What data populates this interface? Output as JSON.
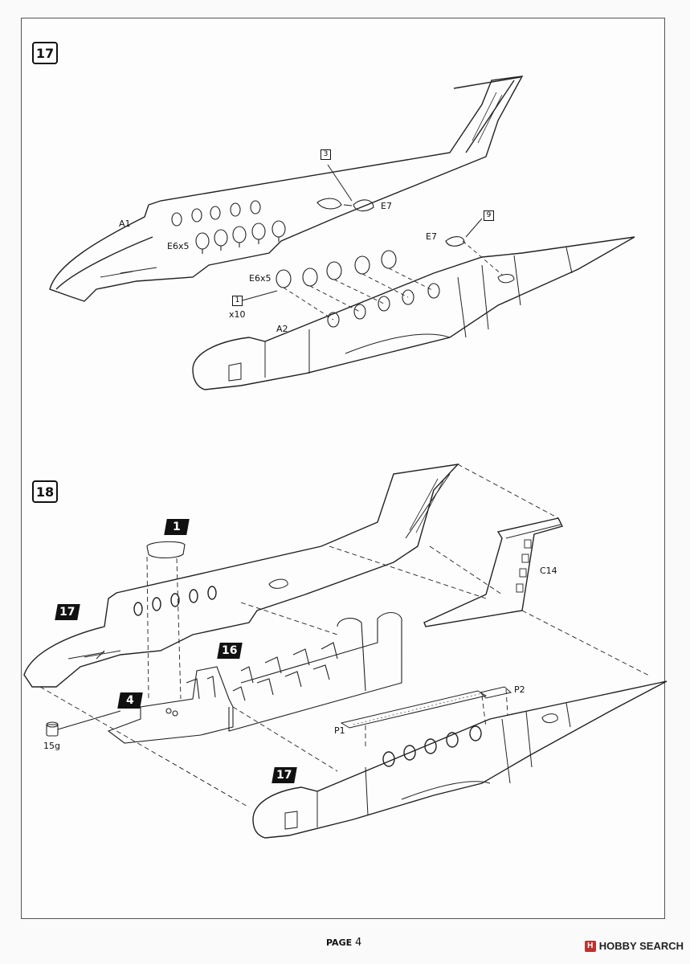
{
  "steps": [
    {
      "number": "17",
      "parts": {
        "fuselage_left": "A1",
        "fuselage_right": "A2",
        "windows_left": "E6x5",
        "windows_right": "E6x5",
        "window_upper_left": "E7",
        "window_upper_right": "E7"
      },
      "refs": {
        "glue_note_a": "3",
        "glue_note_b": "9",
        "glue_note_c": "1",
        "qty": "x10"
      }
    },
    {
      "number": "18",
      "parts": {
        "tail_fin": "C14",
        "panel_left": "P1",
        "panel_right": "P2",
        "weight": "15g"
      },
      "refs": {
        "sub_assembly_1": "1",
        "sub_assembly_17_top": "17",
        "sub_assembly_16": "16",
        "sub_assembly_4": "4",
        "sub_assembly_17_bottom": "17"
      }
    }
  ],
  "footer": {
    "page_label": "PAGE",
    "page_number": "4"
  },
  "watermark": {
    "mark": "H",
    "brand": "HOBBY SEARCH"
  }
}
